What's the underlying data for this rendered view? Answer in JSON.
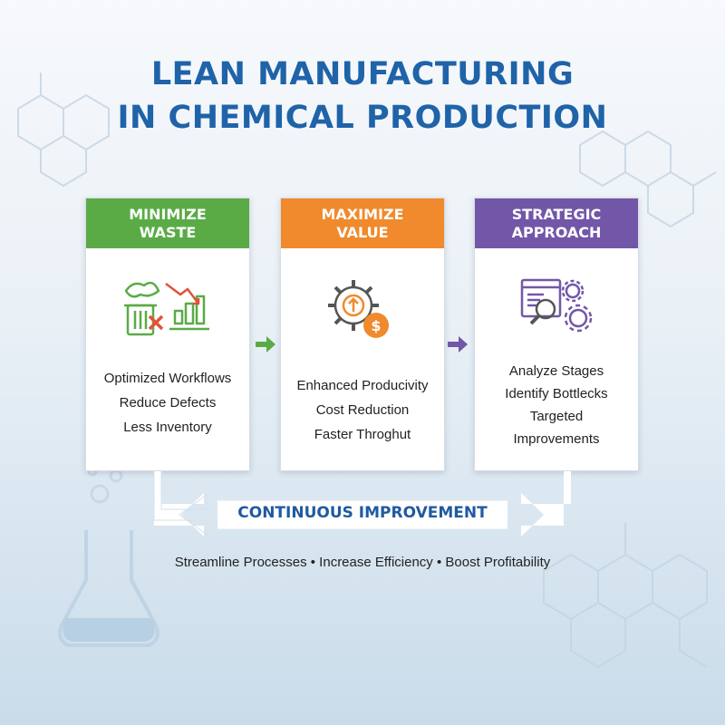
{
  "title": {
    "line1": "LEAN MANUFACTURING",
    "line2": "IN CHEMICAL PRODUCTION"
  },
  "cards": [
    {
      "header_line1": "MINIMIZE",
      "header_line2": "WASTE",
      "color": "#5aab46",
      "icon": "waste-bin-chart-icon",
      "items": [
        "Optimized Workflows",
        "Reduce Defects",
        "Less Inventory"
      ]
    },
    {
      "header_line1": "MAXIMIZE",
      "header_line2": "VALUE",
      "color": "#f08a2c",
      "icon": "gear-dollar-icon",
      "items": [
        "Enhanced Producivity",
        "Cost Reduction",
        "Faster Throghut"
      ]
    },
    {
      "header_line1": "STRATEGIC",
      "header_line2": "APPROACH",
      "color": "#7257a8",
      "icon": "analysis-gears-icon",
      "items": [
        "Analyze Stages",
        "Identify Bottlecks",
        "Targeted",
        "Improvements"
      ]
    }
  ],
  "loop_label": "CONTINUOUS IMPROVEMENT",
  "tagline": "Streamline Processes • Increase Efficiency • Boost Profitability",
  "colors": {
    "title": "#1f63a8",
    "green": "#5aab46",
    "orange": "#f08a2c",
    "purple": "#7257a8",
    "loop_text": "#1f5aa0"
  }
}
